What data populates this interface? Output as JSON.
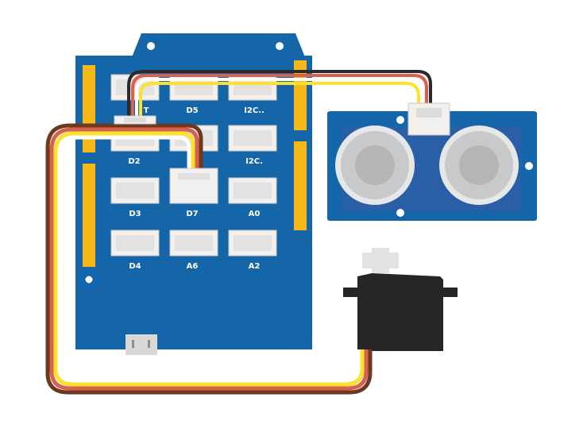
{
  "board": {
    "base_shield": {
      "ports": {
        "top_row": [
          "",
          "D5",
          "I2C.."
        ],
        "row2": [
          "D2",
          "",
          "I2C."
        ],
        "row3": [
          "D3",
          "D7",
          "A0"
        ],
        "row4": [
          "D4",
          "A6",
          "A2"
        ],
        "partial_label_left": "T"
      }
    }
  },
  "modules": {
    "ultrasonic_sensor": "ultrasonic-sensor-module",
    "servo": "servo-motor"
  },
  "colors": {
    "board_blue": "#1566a8",
    "header_yellow": "#f7b917",
    "connector_white": "#f1f0ef",
    "wire_yellow": "#fbe22e",
    "wire_red": "#d9604d",
    "wire_black": "#2a2a2a",
    "wire_brown": "#6b3a20",
    "servo_black": "#262624",
    "sensor_grey": "#c8c9ca"
  }
}
